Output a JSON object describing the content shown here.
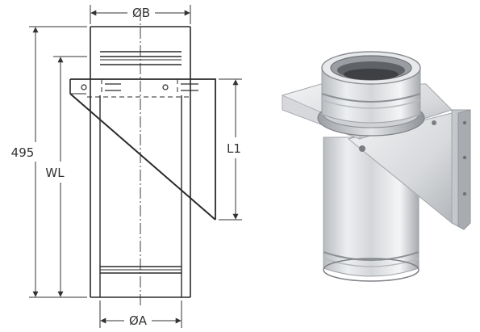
{
  "drawing": {
    "labels": {
      "diameter_top": "ØB",
      "diameter_bottom": "ØA",
      "overall_height": "495",
      "working_length": "WL",
      "bracket_length": "L1"
    }
  },
  "colors": {
    "line": "#2a2a2a",
    "dimension": "#333333",
    "steel_light": "#e9eaec",
    "steel_mid": "#c9cbce",
    "steel_dark": "#8e9196"
  }
}
